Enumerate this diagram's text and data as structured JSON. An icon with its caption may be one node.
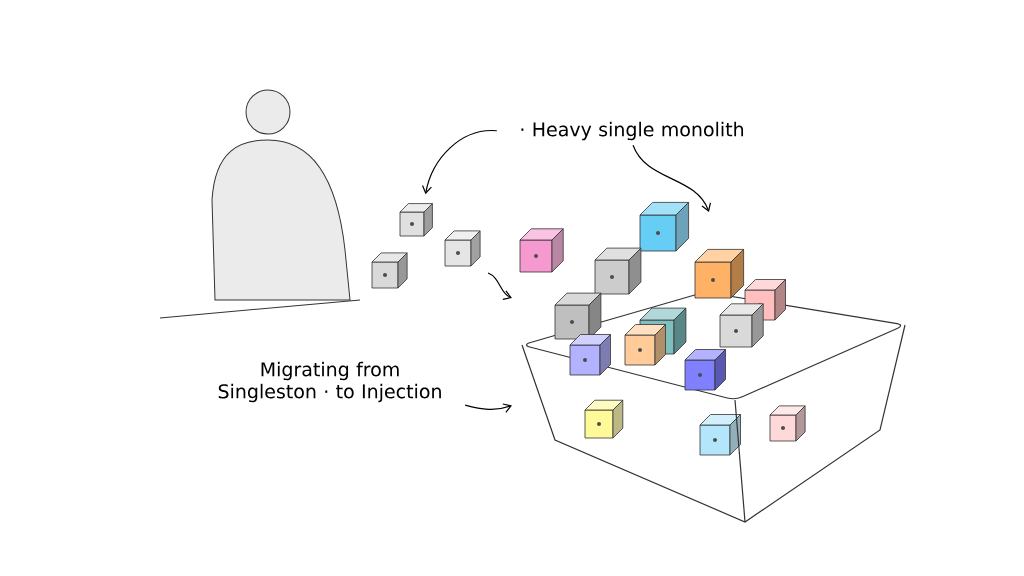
{
  "diagram": {
    "nodes": [
      {
        "text": [],
        "shape": "person"
      },
      {
        "text": [],
        "shape": "picture"
      },
      {
        "text": [
          "· Heavy single monolith"
        ]
      },
      {
        "text": [],
        "shape": "picture"
      },
      {
        "text": [
          "Migrating from Singleston · to Injection"
        ]
      }
    ],
    "edges": [
      {
        "from": 2,
        "to": 1,
        "arrow": "to"
      },
      {
        "from": 2,
        "to": 3,
        "arrow": "to"
      },
      {
        "from": 1,
        "to": 3,
        "arrow": "to"
      },
      {
        "from": 4,
        "to": 3,
        "arrow": "to"
      }
    ]
  }
}
